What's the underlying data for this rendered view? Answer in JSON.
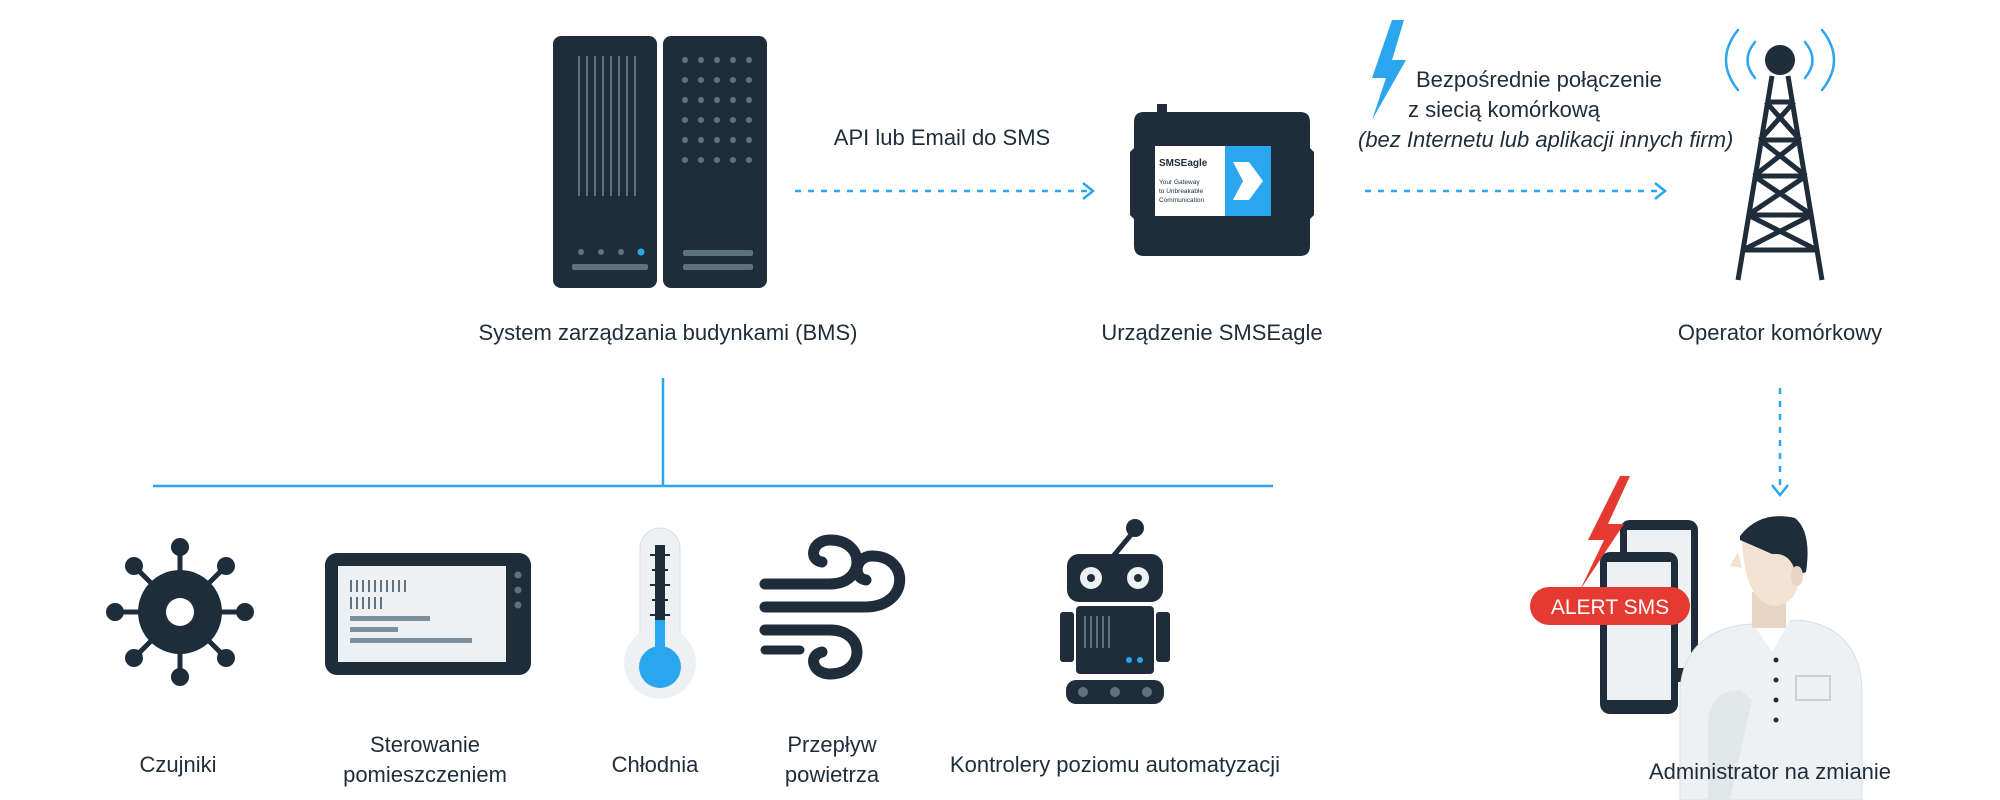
{
  "top": {
    "bms_label": "System zarządzania budynkami (BMS)",
    "api_label": "API lub Email do SMS",
    "smseagle_label": "Urządzenie SMSEagle",
    "operator_label": "Operator komórkowy",
    "direct_line1": "Bezpośrednie połączenie",
    "direct_line2": "z siecią komórkową",
    "direct_line3": "(bez Internetu lub aplikacji innych firm)"
  },
  "device": {
    "brand": "SMSEagle",
    "tagline1": "Your Gateway",
    "tagline2": "to Unbreakable",
    "tagline3": "Communication"
  },
  "bottom": {
    "sensors": "Czujniki",
    "room_line1": "Sterowanie",
    "room_line2": "pomieszczeniem",
    "cooling": "Chłodnia",
    "airflow_line1": "Przepływ",
    "airflow_line2": "powietrza",
    "automation": "Kontrolery poziomu automatyzacji",
    "admin": "Administrator na zmianie",
    "alert": "ALERT SMS"
  },
  "colors": {
    "dark": "#1f2d3a",
    "accent": "#2aa6ee",
    "alert": "#e53a32"
  }
}
